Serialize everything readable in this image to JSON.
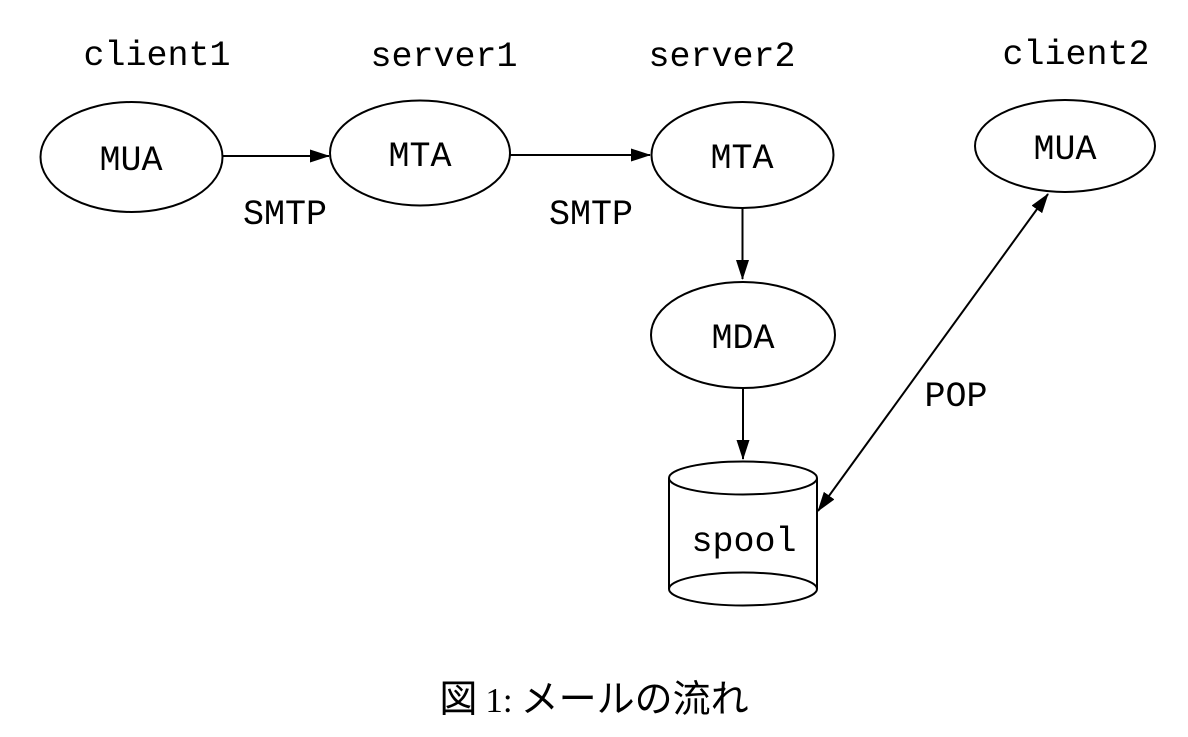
{
  "diagram": {
    "hosts": {
      "client1": "client1",
      "server1": "server1",
      "server2": "server2",
      "client2": "client2"
    },
    "nodes": {
      "mua1": "MUA",
      "mta1": "MTA",
      "mta2": "MTA",
      "mda": "MDA",
      "mua2": "MUA",
      "spool": "spool"
    },
    "edge_labels": {
      "smtp1": "SMTP",
      "smtp2": "SMTP",
      "pop": "POP"
    }
  },
  "caption": {
    "figure_label": "図",
    "figure_number": "1:",
    "title": "メールの流れ"
  },
  "colors": {
    "ink": "#000000",
    "background": "#ffffff"
  }
}
